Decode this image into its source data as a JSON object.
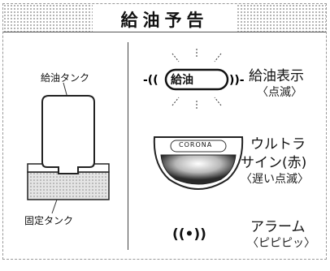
{
  "header": {
    "title": "給油予告"
  },
  "tank": {
    "upper_label": "給油タンク",
    "lower_label": "固定タンク"
  },
  "indicators": [
    {
      "id": "refuel",
      "badge": "給油",
      "line1": "給油表示",
      "line2": "〈点滅〉"
    },
    {
      "id": "ultra",
      "badge": "CORONA",
      "line1": "ウルトラ",
      "line1b": "サイン(赤)",
      "line2": "〈遅い点滅〉"
    },
    {
      "id": "alarm",
      "badge": "((•))",
      "line1": "アラーム",
      "line2": "〈ピピピッ〉"
    }
  ]
}
